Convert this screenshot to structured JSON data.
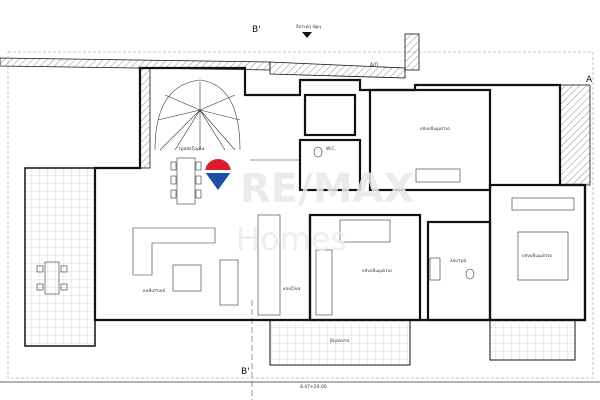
{
  "plan": {
    "view_label": "δυτική όψη",
    "section_top": "B'",
    "section_bottom": "B'",
    "section_right": "A",
    "shaft_label": "Δ/Π",
    "rooms": {
      "living": "καθιστικό",
      "dining": "τραπεζαρία",
      "kitchen": "κουζίνα",
      "wc": "W.C.",
      "bath": "λουτρό",
      "bedroom_top": "υπνοδωμάτιο",
      "bedroom_mid": "υπνοδωμάτιο",
      "bedroom_right": "υπνοδωμάτιο",
      "balcony": "βεράντα"
    },
    "dimension_bottom": "8.47+20.00"
  },
  "watermark": {
    "brand": "RE/MAX",
    "sub": "Homes",
    "colors": {
      "red": "#dc1c2e",
      "blue": "#1f4ea3"
    }
  }
}
